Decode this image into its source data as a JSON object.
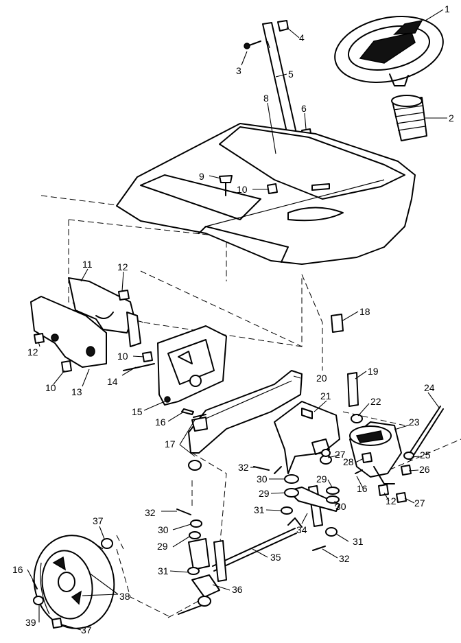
{
  "callouts": [
    {
      "id": "c1",
      "text": "1"
    },
    {
      "id": "c2",
      "text": "2"
    },
    {
      "id": "c3",
      "text": "3"
    },
    {
      "id": "c4",
      "text": "4"
    },
    {
      "id": "c5",
      "text": "5"
    },
    {
      "id": "c6",
      "text": "6"
    },
    {
      "id": "c8",
      "text": "8"
    },
    {
      "id": "c9",
      "text": "9"
    },
    {
      "id": "c10a",
      "text": "10"
    },
    {
      "id": "c11",
      "text": "11"
    },
    {
      "id": "c12a",
      "text": "12"
    },
    {
      "id": "c12b",
      "text": "12"
    },
    {
      "id": "c10b",
      "text": "10"
    },
    {
      "id": "c13",
      "text": "13"
    },
    {
      "id": "c10c",
      "text": "10"
    },
    {
      "id": "c14",
      "text": "14"
    },
    {
      "id": "c15",
      "text": "15"
    },
    {
      "id": "c16a",
      "text": "16"
    },
    {
      "id": "c17",
      "text": "17"
    },
    {
      "id": "c18",
      "text": "18"
    },
    {
      "id": "c19",
      "text": "19"
    },
    {
      "id": "c20",
      "text": "20"
    },
    {
      "id": "c21",
      "text": "21"
    },
    {
      "id": "c22",
      "text": "22"
    },
    {
      "id": "c23",
      "text": "23"
    },
    {
      "id": "c24",
      "text": "24"
    },
    {
      "id": "c25",
      "text": "25"
    },
    {
      "id": "c26",
      "text": "26"
    },
    {
      "id": "c27a",
      "text": "27"
    },
    {
      "id": "c27b",
      "text": "27"
    },
    {
      "id": "c28",
      "text": "28"
    },
    {
      "id": "c16b",
      "text": "16"
    },
    {
      "id": "c12c",
      "text": "12"
    },
    {
      "id": "c32a",
      "text": "32"
    },
    {
      "id": "c30a",
      "text": "30"
    },
    {
      "id": "c29a",
      "text": "29"
    },
    {
      "id": "c29b",
      "text": "29"
    },
    {
      "id": "c30b",
      "text": "30"
    },
    {
      "id": "c31a",
      "text": "31"
    },
    {
      "id": "c34",
      "text": "34"
    },
    {
      "id": "c31b",
      "text": "31"
    },
    {
      "id": "c32b",
      "text": "32"
    },
    {
      "id": "c32c",
      "text": "32"
    },
    {
      "id": "c30c",
      "text": "30"
    },
    {
      "id": "c29c",
      "text": "29"
    },
    {
      "id": "c31c",
      "text": "31"
    },
    {
      "id": "c35",
      "text": "35"
    },
    {
      "id": "c36",
      "text": "36"
    },
    {
      "id": "c37a",
      "text": "37"
    },
    {
      "id": "c16c",
      "text": "16"
    },
    {
      "id": "c38",
      "text": "38"
    },
    {
      "id": "c39",
      "text": "39"
    },
    {
      "id": "c37b",
      "text": "37"
    }
  ]
}
